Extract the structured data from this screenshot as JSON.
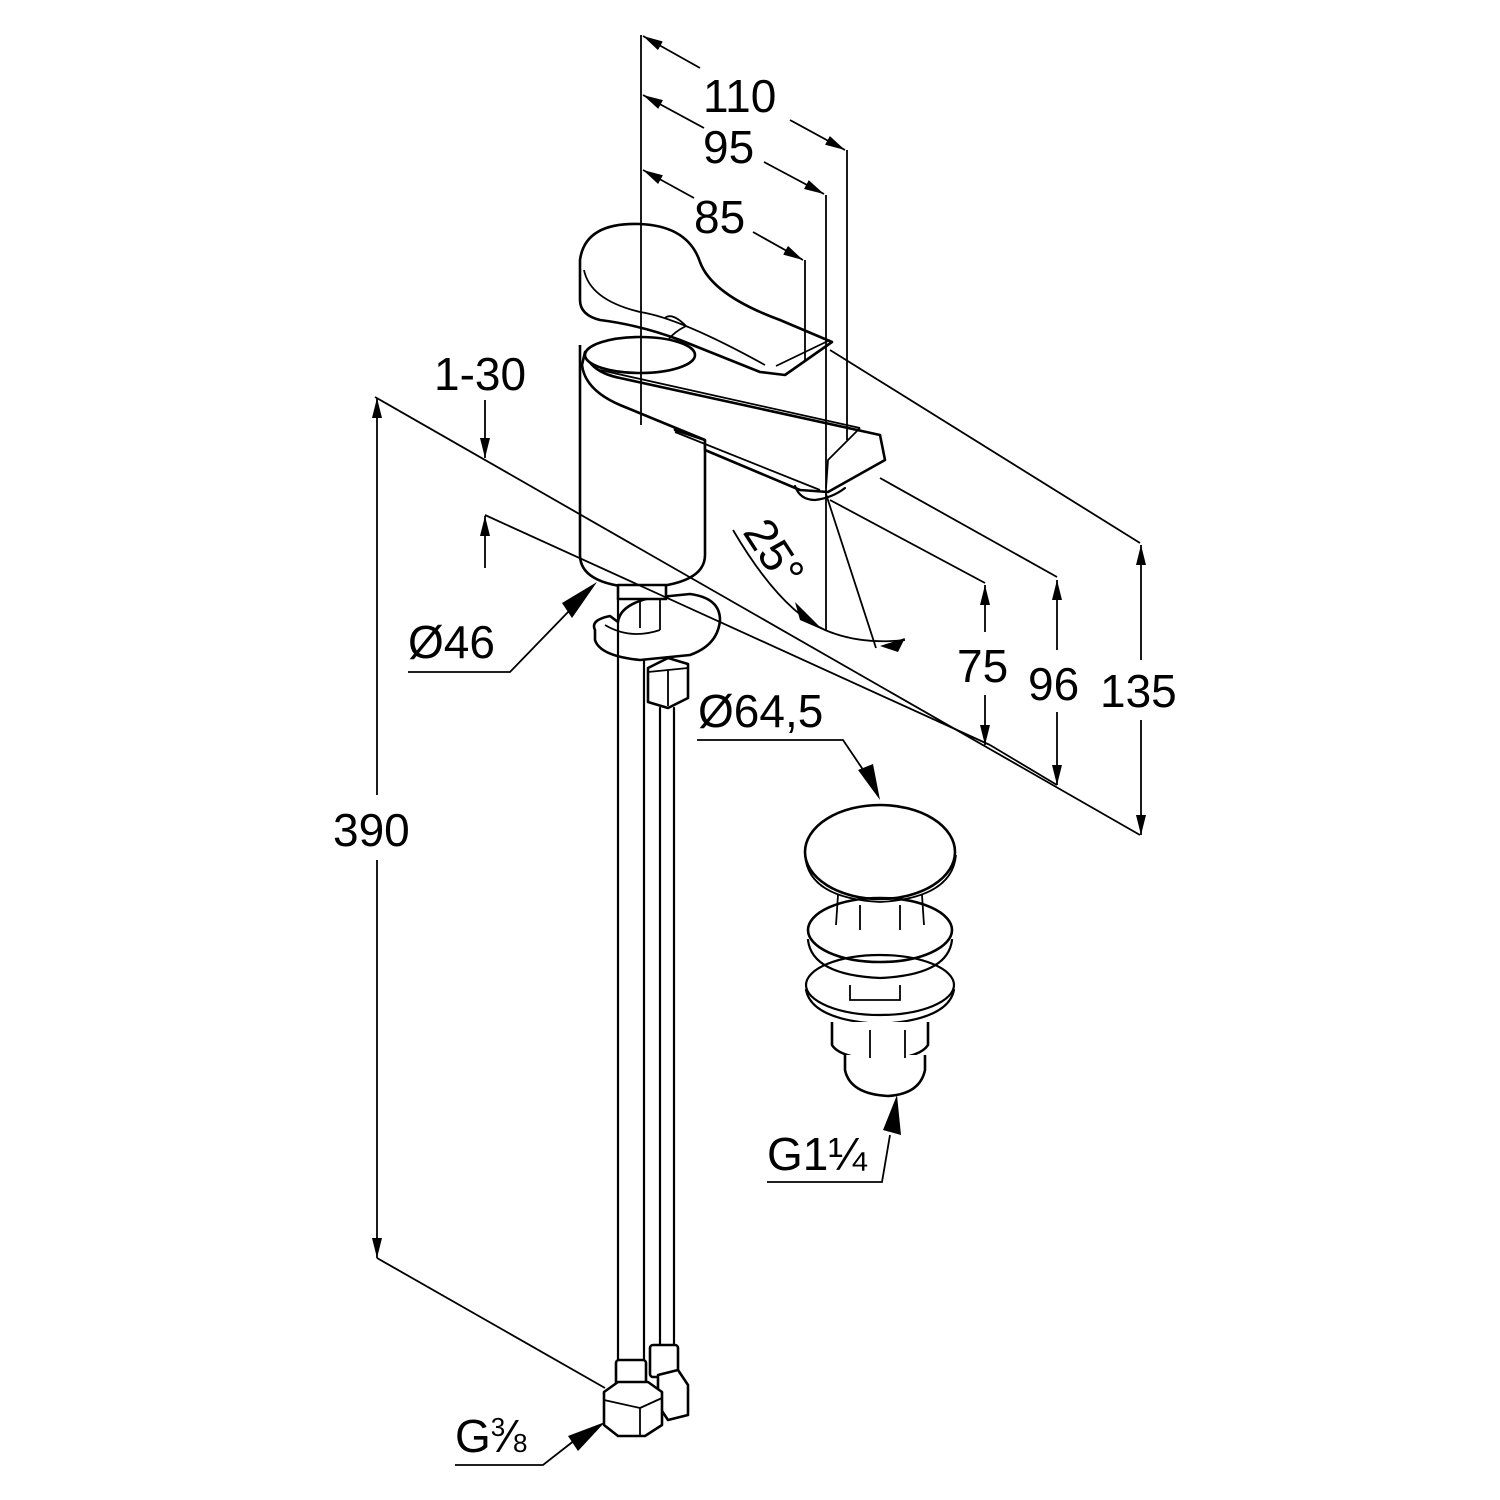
{
  "drawing": {
    "subject": "Single-lever basin mixer with pop-up waste",
    "dimensions": {
      "reach_total": "110",
      "reach_spout": "95",
      "reach_lever": "85",
      "deck_thickness": "1-30",
      "spout_angle": "25°",
      "outlet_height": "75",
      "spout_top_height": "96",
      "overall_height": "135",
      "base_diameter": "Ø46",
      "waste_diameter": "Ø64,5",
      "hose_length": "390",
      "waste_thread": "G1¼",
      "hose_thread": "G⅜"
    },
    "thread_labels": {
      "waste_G": "G1",
      "waste_frac": "¼",
      "hose_G": "G",
      "hose_frac_num": "3",
      "hose_frac_den": "8"
    },
    "colors": {
      "line": "#000000",
      "background": "#ffffff"
    }
  }
}
